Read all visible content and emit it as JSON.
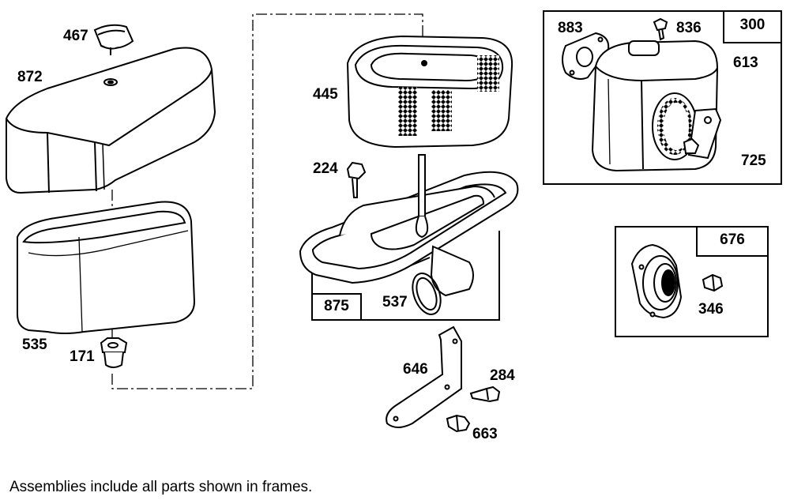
{
  "parts": {
    "p467": "467",
    "p872": "872",
    "p535": "535",
    "p171": "171",
    "p445": "445",
    "p224": "224",
    "p537": "537",
    "p646": "646",
    "p284": "284",
    "p663": "663",
    "p883": "883",
    "p836": "836",
    "p613": "613",
    "p725": "725",
    "p346": "346"
  },
  "frames": {
    "f875": "875",
    "f300": "300",
    "f676": "676"
  },
  "footnote": "Assemblies include all parts shown in frames."
}
